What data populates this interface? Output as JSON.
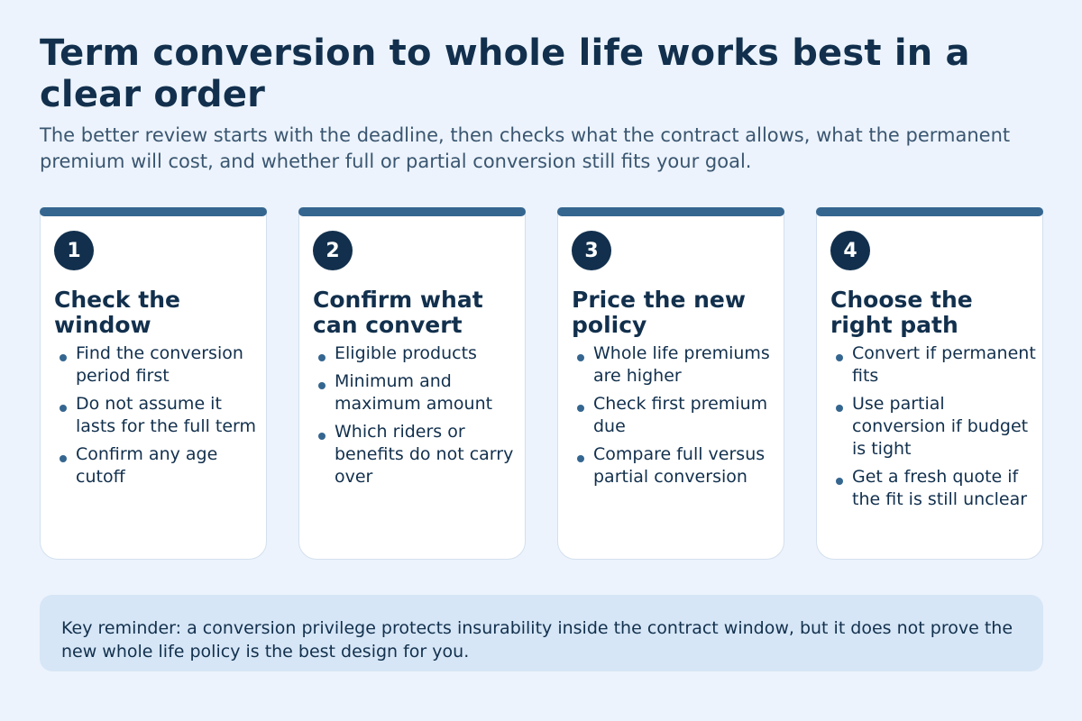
{
  "header": {
    "title": "Term conversion to whole life works best in a clear order",
    "subtitle": "The better review starts with the deadline, then checks what the contract allows, what the permanent premium will cost, and whether full or partial conversion still fits your goal."
  },
  "cards": [
    {
      "number": "1",
      "title": "Check the window",
      "items": [
        "Find the conversion period first",
        "Do not assume it lasts for the full term",
        "Confirm any age cutoff"
      ]
    },
    {
      "number": "2",
      "title": "Confirm what can convert",
      "items": [
        "Eligible products",
        "Minimum and maximum amount",
        "Which riders or benefits do not carry over"
      ]
    },
    {
      "number": "3",
      "title": "Price the new policy",
      "items": [
        "Whole life premiums are higher",
        "Check first premium due",
        "Compare full versus partial conversion"
      ]
    },
    {
      "number": "4",
      "title": "Choose the right path",
      "items": [
        "Convert if permanent fits",
        "Use partial conversion if budget is tight",
        "Get a fresh quote if the fit is still unclear"
      ]
    }
  ],
  "reminder": {
    "text": "Key reminder: a conversion privilege protects insurability inside the contract window, but it does not prove the new whole life policy is the best design for you."
  },
  "colors": {
    "background": "#ecf3fc",
    "accent": "#356690",
    "navy": "#12304d",
    "reminder_bg": "#d6e6f6"
  }
}
